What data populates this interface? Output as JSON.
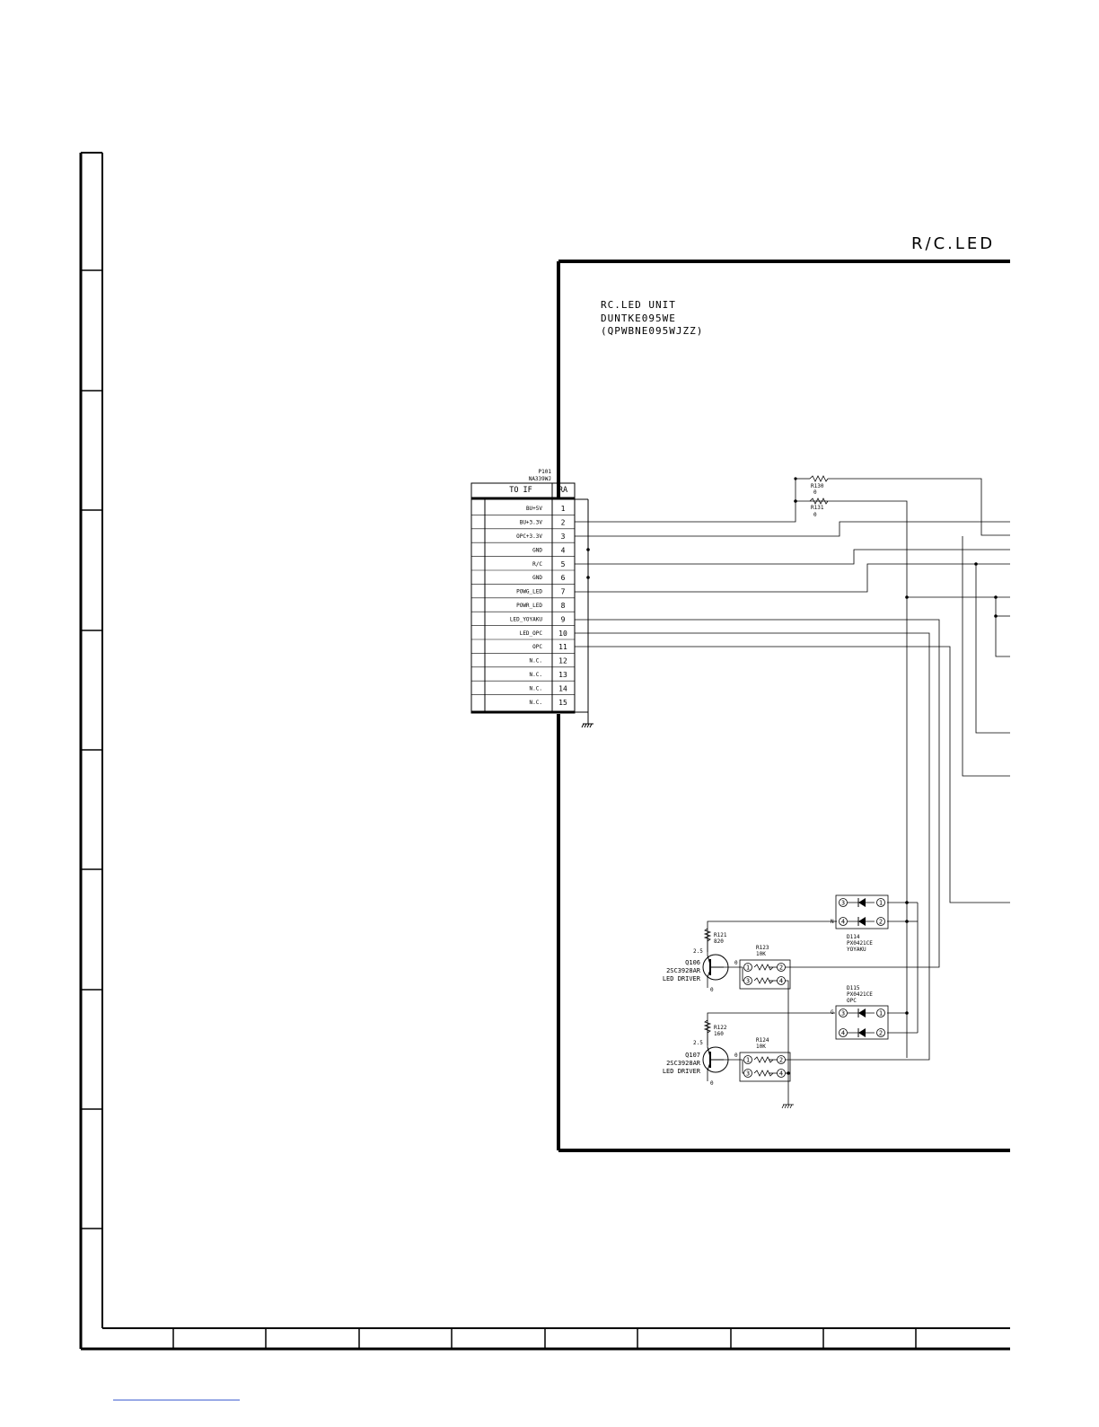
{
  "diagram": {
    "section_title": "R/C.LED",
    "unit": {
      "name": "RC.LED UNIT",
      "code": "DUNTKE095WE",
      "pwb": "(QPWBNE095WJZZ)"
    },
    "connector": {
      "ref": "P101",
      "part": "NA339WJ",
      "header_left": "TO IF",
      "header_right": "RA",
      "pins": [
        {
          "signal": "BU+5V",
          "pin": "1"
        },
        {
          "signal": "BU+3.3V",
          "pin": "2"
        },
        {
          "signal": "OPC+3.3V",
          "pin": "3"
        },
        {
          "signal": "GND",
          "pin": "4"
        },
        {
          "signal": "R/C",
          "pin": "5"
        },
        {
          "signal": "GND",
          "pin": "6"
        },
        {
          "signal": "POWG_LED",
          "pin": "7"
        },
        {
          "signal": "POWR_LED",
          "pin": "8"
        },
        {
          "signal": "LED_YOYAKU",
          "pin": "9"
        },
        {
          "signal": "LED_OPC",
          "pin": "10"
        },
        {
          "signal": "OPC",
          "pin": "11"
        },
        {
          "signal": "N.C.",
          "pin": "12"
        },
        {
          "signal": "N.C.",
          "pin": "13"
        },
        {
          "signal": "N.C.",
          "pin": "14"
        },
        {
          "signal": "N.C.",
          "pin": "15"
        }
      ]
    },
    "resistors": [
      {
        "ref": "R130",
        "value": "0"
      },
      {
        "ref": "R131",
        "value": "0"
      },
      {
        "ref": "R121",
        "value": "820"
      },
      {
        "ref": "R123",
        "value": "10K"
      },
      {
        "ref": "R122",
        "value": "160"
      },
      {
        "ref": "R124",
        "value": "10K"
      }
    ],
    "transistors": [
      {
        "ref": "Q106",
        "part": "2SC3928AR",
        "role": "LED DRIVER",
        "v_collector": "2.5",
        "v_base": "0",
        "v_emitter": "0"
      },
      {
        "ref": "Q107",
        "part": "2SC3928AR",
        "role": "LED DRIVER",
        "v_collector": "2.5",
        "v_base": "0",
        "v_emitter": "0"
      }
    ],
    "diodes": [
      {
        "ref": "D114",
        "part": "PX0421CE",
        "label": "YOYAKU",
        "mark": "N"
      },
      {
        "ref": "D115",
        "part": "PX0421CE",
        "label": "OPC",
        "mark": "G"
      }
    ],
    "pad_numbers": [
      "1",
      "2",
      "3",
      "4"
    ]
  }
}
